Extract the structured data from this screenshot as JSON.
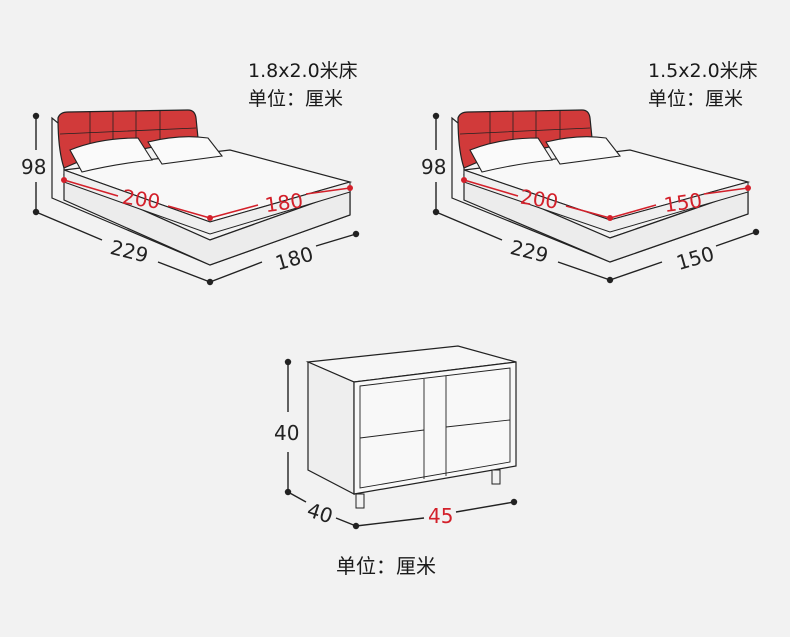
{
  "bed_large": {
    "title": "1.8x2.0米床",
    "unit": "单位：厘米",
    "height": "98",
    "inner_length": "200",
    "inner_width": "180",
    "outer_length": "229",
    "outer_width": "180"
  },
  "bed_small": {
    "title": "1.5x2.0米床",
    "unit": "单位：厘米",
    "height": "98",
    "inner_length": "200",
    "inner_width": "150",
    "outer_length": "229",
    "outer_width": "150"
  },
  "nightstand": {
    "height": "40",
    "depth": "40",
    "width": "45",
    "unit": "单位：厘米"
  },
  "colors": {
    "headboard": "#d13a3a",
    "accent_red": "#d3202a",
    "line": "#222222",
    "background": "#f2f2f2"
  }
}
